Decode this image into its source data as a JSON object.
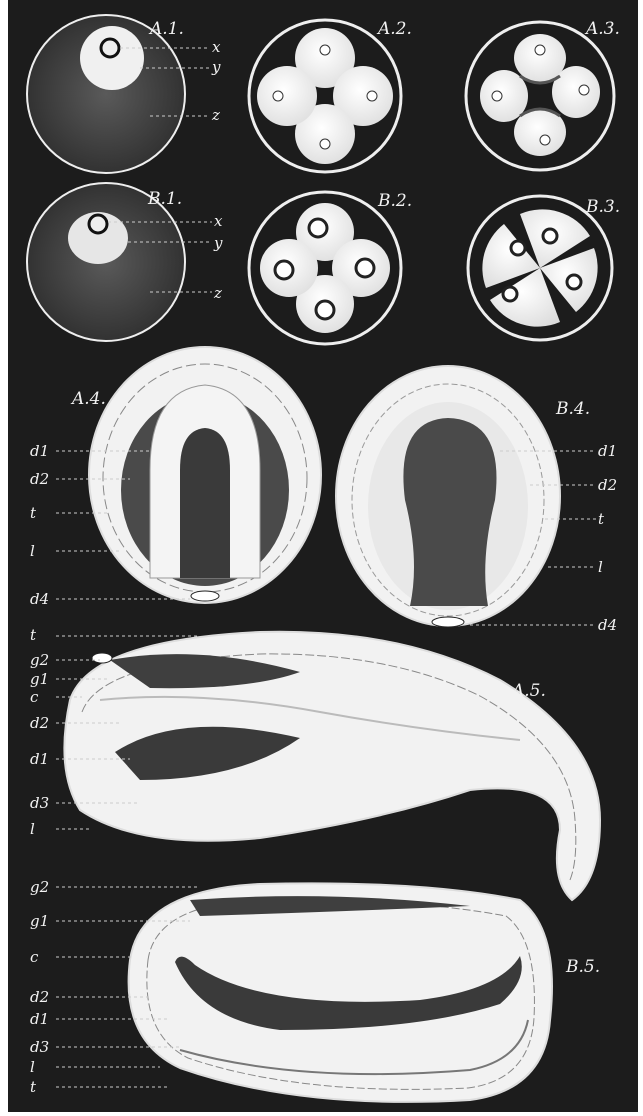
{
  "figures": {
    "a1": {
      "title": "A.1.",
      "labels": [
        "x",
        "y",
        "z"
      ]
    },
    "a2": {
      "title": "A.2."
    },
    "a3": {
      "title": "A.3."
    },
    "b1": {
      "title": "B.1.",
      "labels": [
        "x",
        "y",
        "z"
      ]
    },
    "b2": {
      "title": "B.2."
    },
    "b3": {
      "title": "B.3."
    },
    "a4": {
      "title": "A.4.",
      "labels": [
        "d1",
        "d2",
        "t",
        "l",
        "d4"
      ]
    },
    "b4": {
      "title": "B.4.",
      "labels": [
        "d1",
        "d2",
        "t",
        "l",
        "d4"
      ]
    },
    "a5": {
      "title": "A.5.",
      "labels": [
        "t",
        "g2",
        "g1",
        "c",
        "d2",
        "d1",
        "d3",
        "l"
      ]
    },
    "b5": {
      "title": "B.5.",
      "labels": [
        "g2",
        "g1",
        "c",
        "d2",
        "d1",
        "d3",
        "l",
        "t"
      ]
    }
  },
  "colors": {
    "background": "#1c1c1c",
    "cell": "#f4f4f4",
    "outline": "#e8e8e8",
    "yolk": "#3a3a3a"
  }
}
